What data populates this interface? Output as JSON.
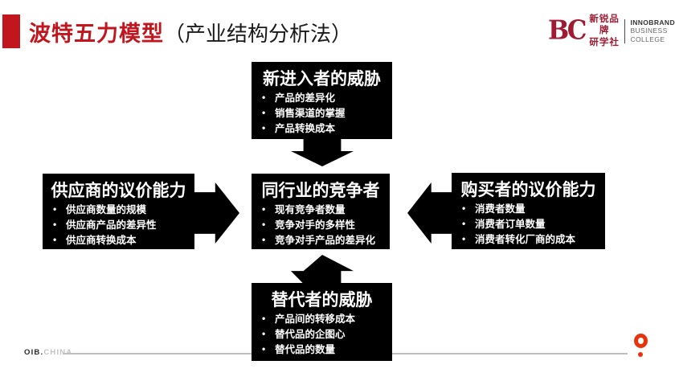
{
  "slide": {
    "title": {
      "main": "波特五力模型",
      "sub": "（产业结构分析法）"
    },
    "logo": {
      "mark": "BC",
      "cn1": "新锐品牌",
      "cn2": "研学社",
      "en1": "INNOBRAND",
      "en2": "BUSINESS",
      "en3": "COLLEGE"
    },
    "forces": {
      "new_entrants": {
        "title": "新进入者的威胁",
        "bullets": [
          "产品的差异化",
          "销售渠道的掌握",
          "产品转换成本"
        ]
      },
      "suppliers": {
        "title": "供应商的议价能力",
        "bullets": [
          "供应商数量的规模",
          "供应商产品的差异性",
          "供应商转换成本"
        ]
      },
      "rivalry": {
        "title": "同行业的竞争者",
        "bullets": [
          "现有竞争者数量",
          "竞争对手的多样性",
          "竞争对手产品的差异化"
        ]
      },
      "buyers": {
        "title": "购买者的议价能力",
        "bullets": [
          "消费者数量",
          "消费者订单数量",
          "消费者转化厂商的成本"
        ]
      },
      "substitutes": {
        "title": "替代者的威胁",
        "bullets": [
          "产品间的转移成本",
          "替代品的企图心",
          "替代品的数量"
        ]
      }
    },
    "footer": {
      "brand_bold": "OIB.",
      "brand_light": "CHINA"
    },
    "colors": {
      "accent_red": "#c1161d",
      "logo_red": "#9e1b32",
      "box_bg": "#000000",
      "ring_red": "#e8340c",
      "line_gray": "#c0c0c0"
    }
  }
}
